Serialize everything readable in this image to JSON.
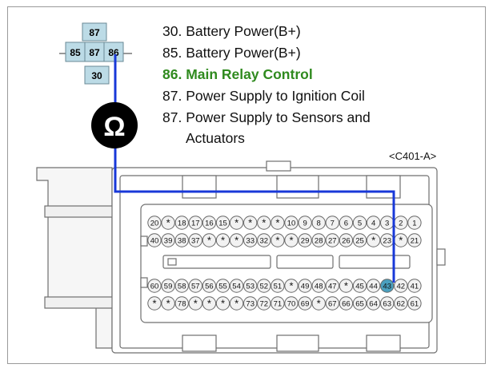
{
  "relay": {
    "pins": [
      "87",
      "85",
      "87",
      "86",
      "30"
    ]
  },
  "meter": {
    "symbol": "Ω"
  },
  "legend": [
    {
      "text": "30. Battery Power(B+)",
      "highlight": false
    },
    {
      "text": "85. Battery Power(B+)",
      "highlight": false
    },
    {
      "text": "86. Main Relay Control",
      "highlight": true
    },
    {
      "text": "87. Power Supply to Ignition Coil",
      "highlight": false
    },
    {
      "text": "87. Power Supply to Sensors and",
      "highlight": false
    },
    {
      "text": "Actuators",
      "highlight": false
    }
  ],
  "connector": {
    "name": "<C401-A>",
    "rows": [
      [
        "20",
        "*",
        "18",
        "17",
        "16",
        "15",
        "*",
        "*",
        "*",
        "*",
        "10",
        "9",
        "8",
        "7",
        "6",
        "5",
        "4",
        "3",
        "2",
        "1"
      ],
      [
        "40",
        "39",
        "38",
        "37",
        "*",
        "*",
        "*",
        "33",
        "32",
        "*",
        "*",
        "29",
        "28",
        "27",
        "26",
        "25",
        "*",
        "23",
        "*",
        "21"
      ],
      [
        "60",
        "59",
        "58",
        "57",
        "56",
        "55",
        "54",
        "53",
        "52",
        "51",
        "*",
        "49",
        "48",
        "47",
        "*",
        "45",
        "44",
        "43",
        "42",
        "41"
      ],
      [
        "*",
        "*",
        "78",
        "*",
        "*",
        "*",
        "*",
        "73",
        "72",
        "71",
        "70",
        "69",
        "*",
        "67",
        "66",
        "65",
        "64",
        "63",
        "62",
        "61"
      ]
    ],
    "highlight_pin": "43"
  },
  "colors": {
    "wire": "#1838d8",
    "highlight_text": "#2f8a1e",
    "pin_fill": "#f2f2f2",
    "highlight_pin_fill": "#4aa0bf"
  }
}
